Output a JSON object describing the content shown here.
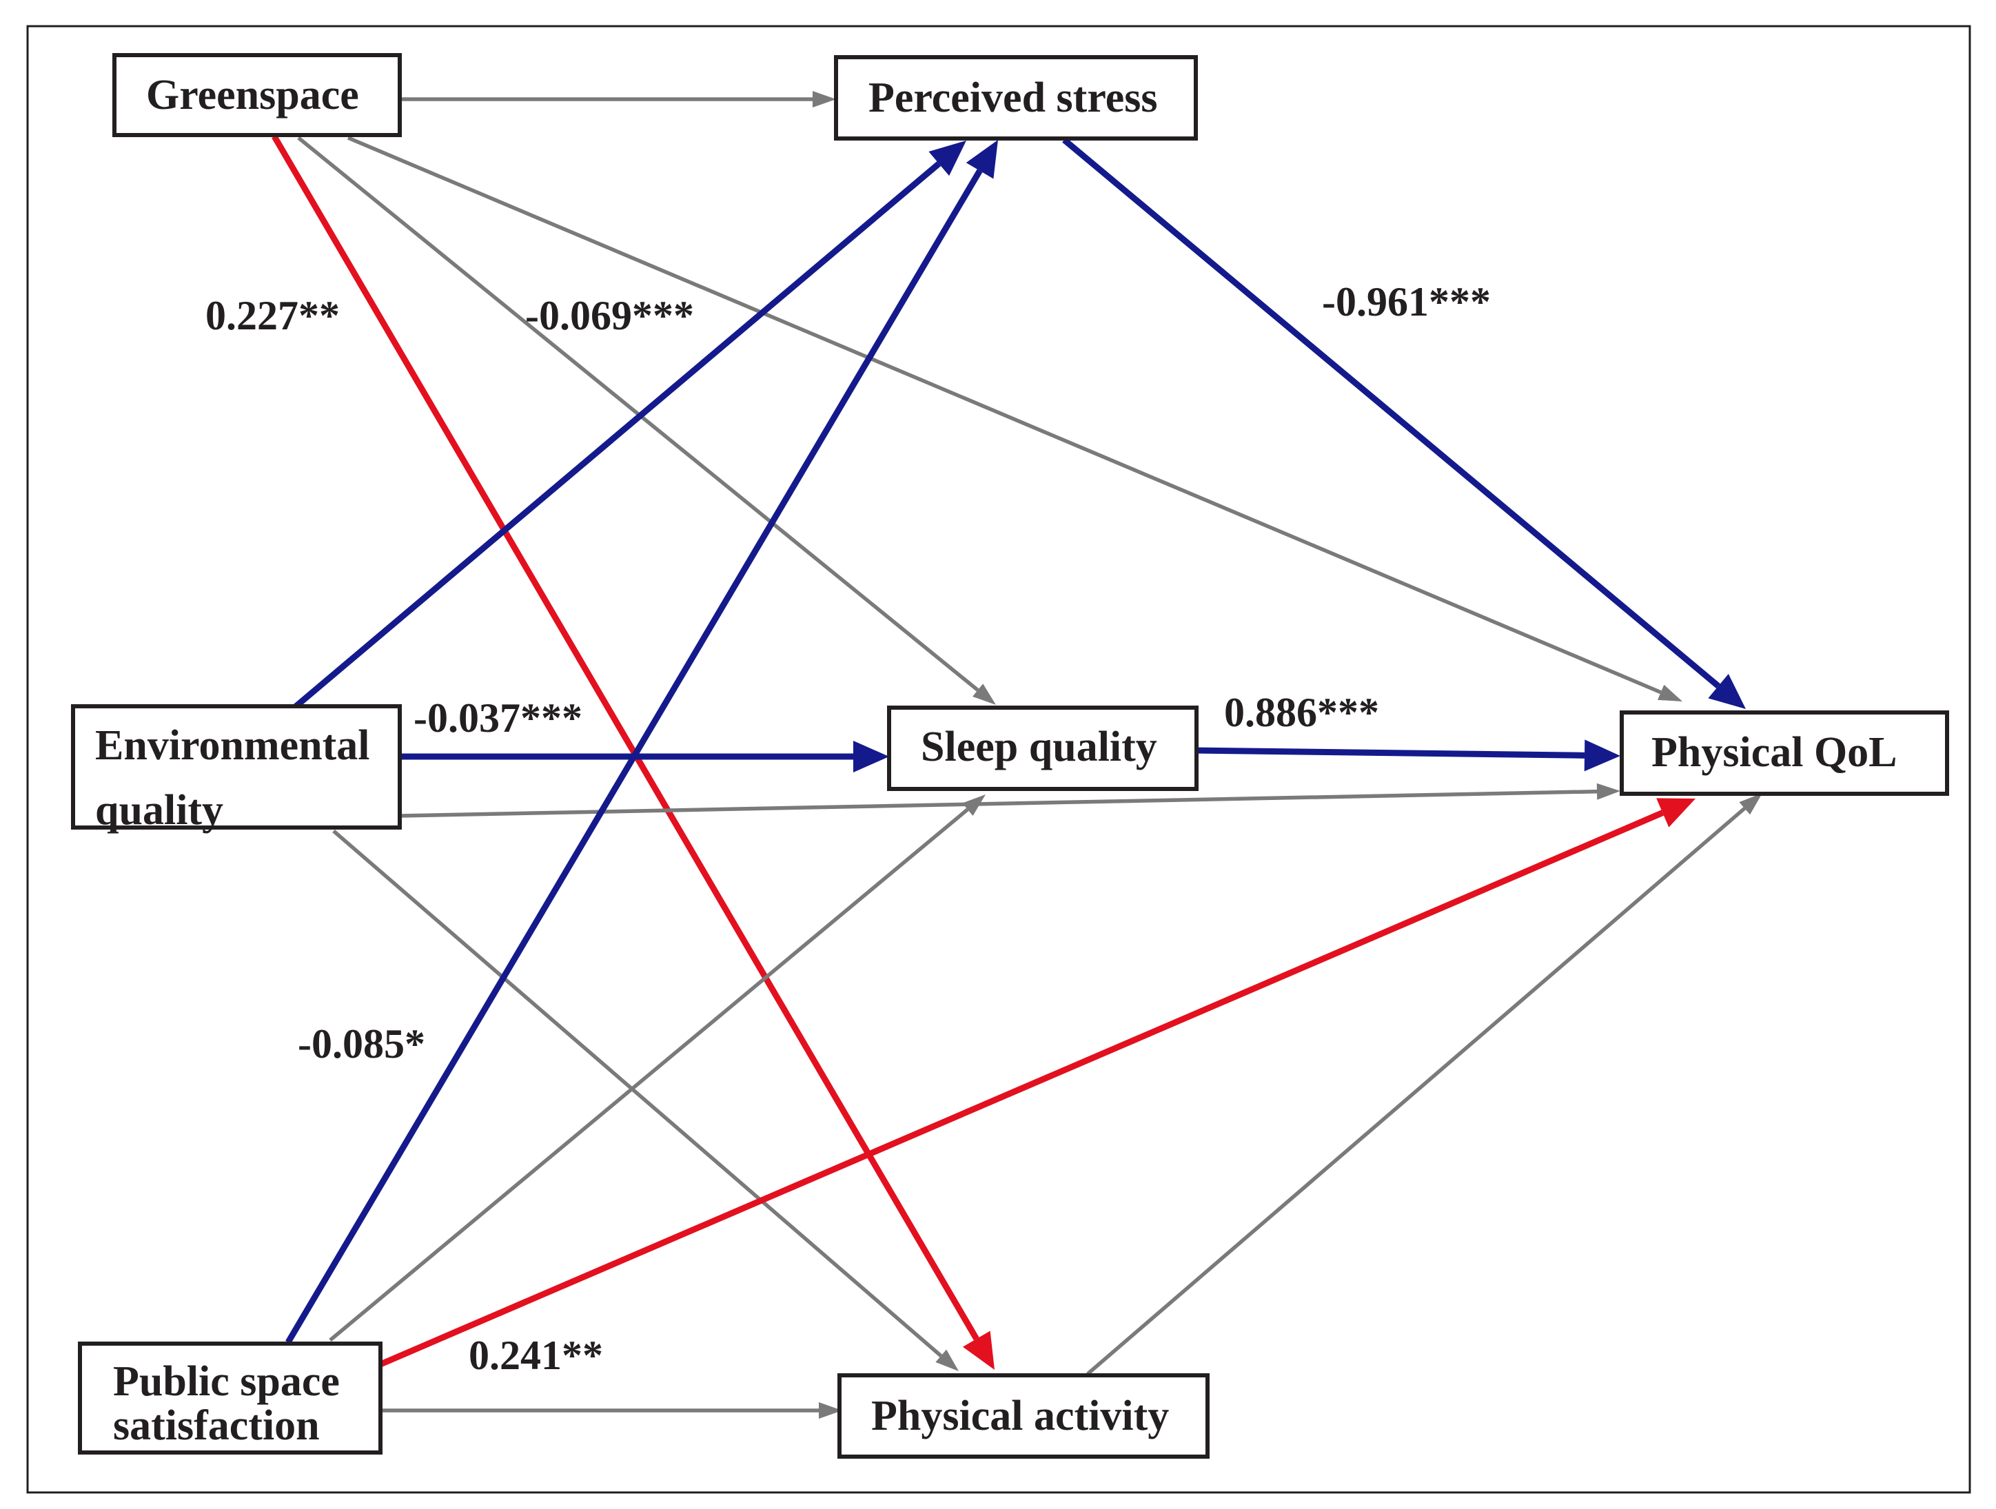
{
  "colors": {
    "gray": "#7a7a7a",
    "blue": "#141a8c",
    "red": "#e3101f",
    "text": "#231f20",
    "border": "#231f20"
  },
  "nodes": {
    "greenspace": {
      "lines": [
        "Greenspace"
      ]
    },
    "perceived_stress": {
      "lines": [
        "Perceived stress"
      ]
    },
    "environmental_quality": {
      "lines": [
        "Environmental",
        "quality"
      ]
    },
    "sleep_quality": {
      "lines": [
        "Sleep quality"
      ]
    },
    "physical_qol": {
      "lines": [
        "Physical QoL"
      ]
    },
    "public_space": {
      "lines": [
        "Public space",
        "satisfaction"
      ]
    },
    "physical_activity": {
      "lines": [
        "Physical activity"
      ]
    }
  },
  "edges": [
    {
      "from": "greenspace",
      "to": "perceived_stress",
      "color": "gray"
    },
    {
      "from": "greenspace",
      "to": "sleep_quality",
      "color": "gray"
    },
    {
      "from": "greenspace",
      "to": "physical_qol",
      "color": "gray"
    },
    {
      "from": "greenspace",
      "to": "physical_activity",
      "color": "red",
      "coefficient": "0.227**"
    },
    {
      "from": "environmental_quality",
      "to": "perceived_stress",
      "color": "blue",
      "coefficient": "-0.069***"
    },
    {
      "from": "environmental_quality",
      "to": "sleep_quality",
      "color": "blue",
      "coefficient": "-0.037***"
    },
    {
      "from": "environmental_quality",
      "to": "physical_qol",
      "color": "gray"
    },
    {
      "from": "environmental_quality",
      "to": "physical_activity",
      "color": "gray"
    },
    {
      "from": "public_space",
      "to": "perceived_stress",
      "color": "blue",
      "coefficient": "-0.085*"
    },
    {
      "from": "public_space",
      "to": "sleep_quality",
      "color": "gray"
    },
    {
      "from": "public_space",
      "to": "physical_qol",
      "color": "red",
      "coefficient": "0.241**"
    },
    {
      "from": "public_space",
      "to": "physical_activity",
      "color": "gray"
    },
    {
      "from": "perceived_stress",
      "to": "physical_qol",
      "color": "blue",
      "coefficient": "-0.961***"
    },
    {
      "from": "sleep_quality",
      "to": "physical_qol",
      "color": "blue",
      "coefficient": "0.886***"
    },
    {
      "from": "physical_activity",
      "to": "physical_qol",
      "color": "gray"
    }
  ]
}
